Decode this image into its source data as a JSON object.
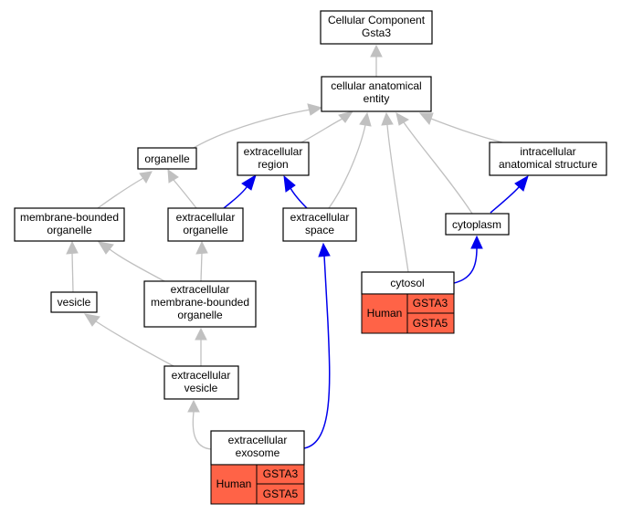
{
  "nodes": {
    "root": [
      "Cellular Component",
      "Gsta3"
    ],
    "cae": [
      "cellular anatomical",
      "entity"
    ],
    "organelle": [
      "organelle"
    ],
    "ecregion": [
      "extracellular",
      "region"
    ],
    "ias": [
      "intracellular",
      "anatomical structure"
    ],
    "mbo": [
      "membrane-bounded",
      "organelle"
    ],
    "eco": [
      "extracellular",
      "organelle"
    ],
    "ecspace": [
      "extracellular",
      "space"
    ],
    "cytoplasm": [
      "cytoplasm"
    ],
    "vesicle": [
      "vesicle"
    ],
    "ecmbo": [
      "extracellular",
      "membrane-bounded",
      "organelle"
    ],
    "cytosol": [
      "cytosol"
    ],
    "ecvesicle": [
      "extracellular",
      "vesicle"
    ],
    "exosome": [
      "extracellular",
      "exosome"
    ]
  },
  "annotations": {
    "cytosol": {
      "species": "Human",
      "genes": [
        "GSTA3",
        "GSTA5"
      ]
    },
    "exosome": {
      "species": "Human",
      "genes": [
        "GSTA3",
        "GSTA5"
      ]
    }
  },
  "colors": {
    "annotation_fill": "#ff6347",
    "edge_isa": "#c0c0c0",
    "edge_partof": "#0000ee"
  }
}
